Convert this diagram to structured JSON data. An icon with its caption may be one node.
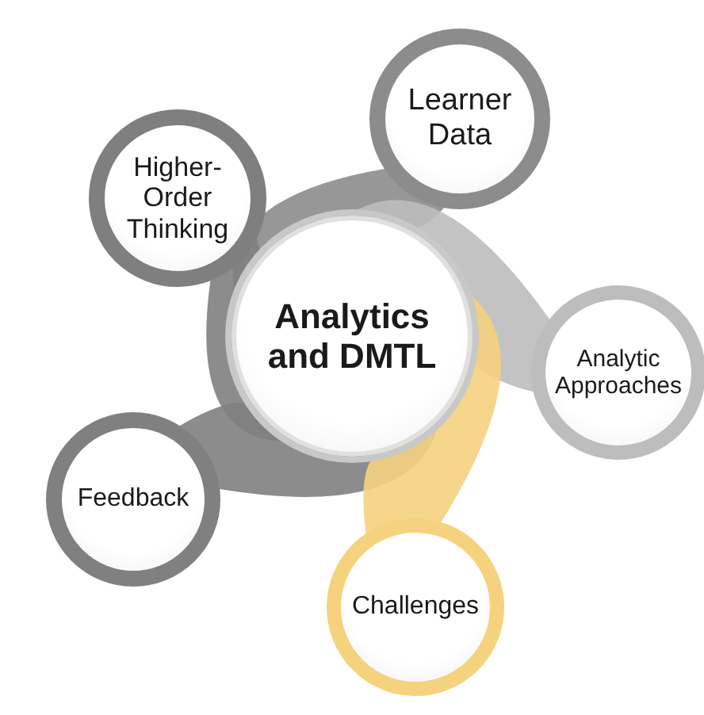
{
  "diagram": {
    "nodes": [
      {
        "text": [
          "Analytics and DMTL"
        ]
      },
      {
        "text": [
          "Learner Data"
        ]
      },
      {
        "text": [
          "Higher-Order Thinking"
        ]
      },
      {
        "text": [
          "Analytic Approaches"
        ]
      },
      {
        "text": [
          "Feedback"
        ]
      },
      {
        "text": [
          "Challenges"
        ]
      }
    ]
  }
}
